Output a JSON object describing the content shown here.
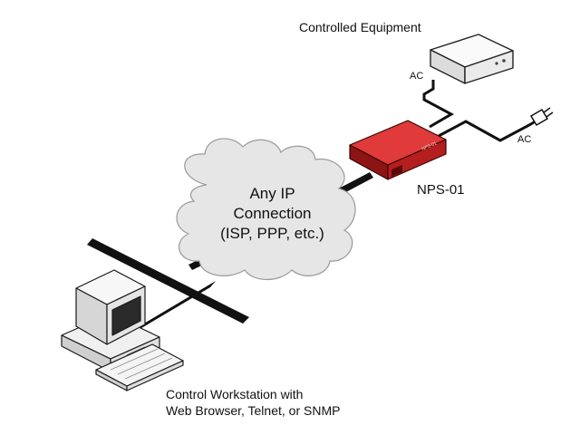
{
  "labels": {
    "controlled_equipment": "Controlled Equipment",
    "ac_equipment": "AC",
    "ac_supply": "AC",
    "nps": "NPS-01",
    "cloud_line1": "Any IP",
    "cloud_line2": "Connection",
    "cloud_line3": "(ISP, PPP, etc.)",
    "workstation_line1": "Control Workstation with",
    "workstation_line2": "Web Browser, Telnet, or SNMP"
  },
  "device_label": "NPS-01",
  "colors": {
    "nps_body": "#d42b2b",
    "nps_dark": "#7a0f0f",
    "cloud_fill": "#e6e6e6",
    "cable": "#111111",
    "equipment_fill": "#f2f2f2"
  },
  "icons": [
    "controlled-equipment-icon",
    "power-plug-icon",
    "nps-device-icon",
    "ip-cloud-icon",
    "workstation-icon",
    "network-cable-icon"
  ]
}
